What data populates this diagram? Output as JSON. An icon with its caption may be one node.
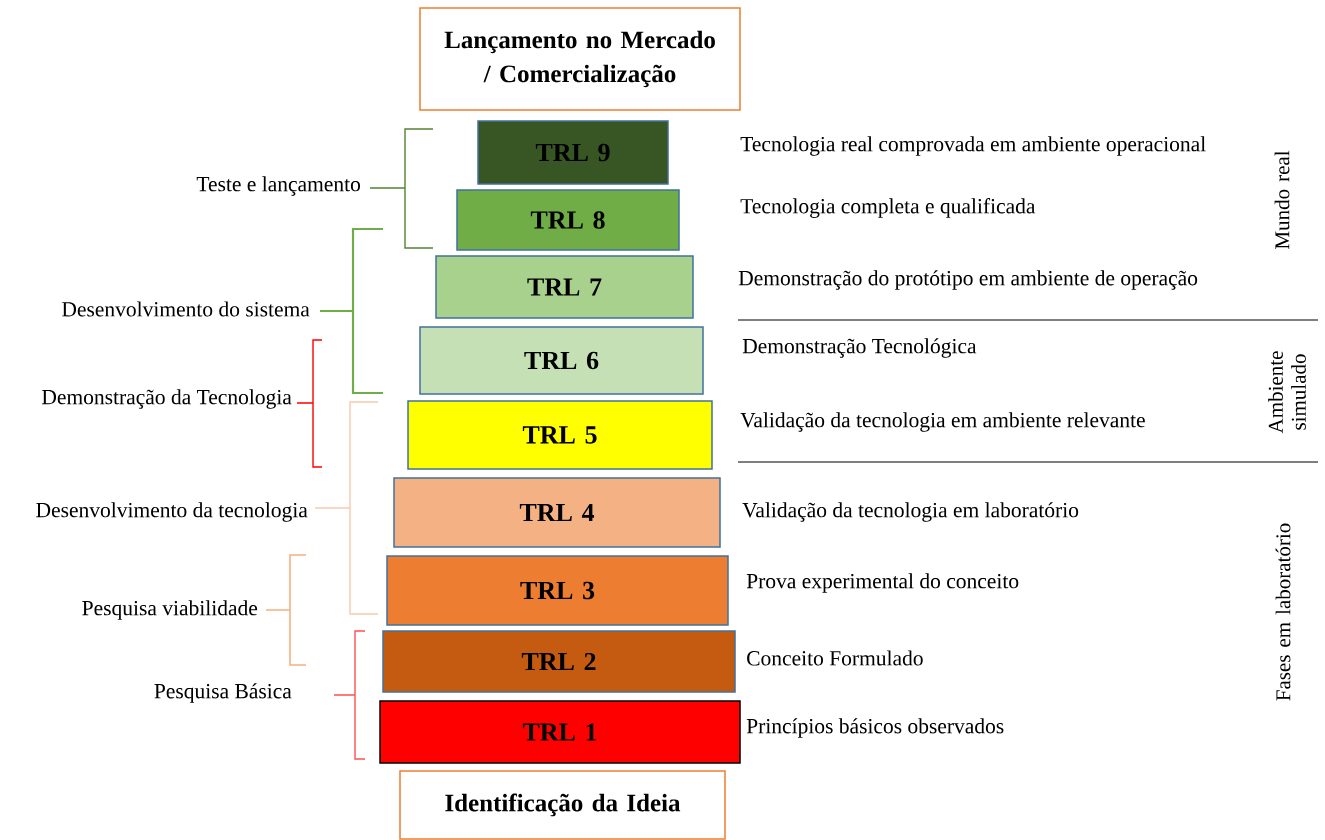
{
  "diagram": {
    "nodes": [
      {
        "text": [
          "Lançamento no Mercado / Comercialização"
        ]
      },
      {
        "text": [
          "TRL 9"
        ]
      },
      {
        "text": [
          "TRL 8"
        ]
      },
      {
        "text": [
          "TRL 7"
        ]
      },
      {
        "text": [
          "TRL 6"
        ]
      },
      {
        "text": [
          "TRL 5"
        ]
      },
      {
        "text": [
          "TRL 4"
        ]
      },
      {
        "text": [
          "TRL 3"
        ]
      },
      {
        "text": [
          "TRL 2"
        ]
      },
      {
        "text": [
          "TRL 1"
        ]
      },
      {
        "text": [
          "Identificação da Ideia"
        ]
      }
    ],
    "labels": [
      "Teste e lançamento",
      "Desenvolvimento do sistema",
      "Demonstração da Tecnologia",
      "Desenvolvimento da tecnologia",
      "Pesquisa viabilidade",
      "Pesquisa Básica",
      "Tecnologia real comprovada em ambiente operacional",
      "Tecnologia completa e qualificada",
      "Demonstração do protótipo em ambiente de operação",
      "Demonstração Tecnológica",
      "Validação da tecnologia em ambiente relevante",
      "Validação da tecnologia em laboratório",
      "Prova experimental do conceito",
      "Conceito Formulado",
      "Princípios básicos observados",
      "Mundo real",
      "Ambiente simulado",
      "Fases em laboratório"
    ]
  }
}
